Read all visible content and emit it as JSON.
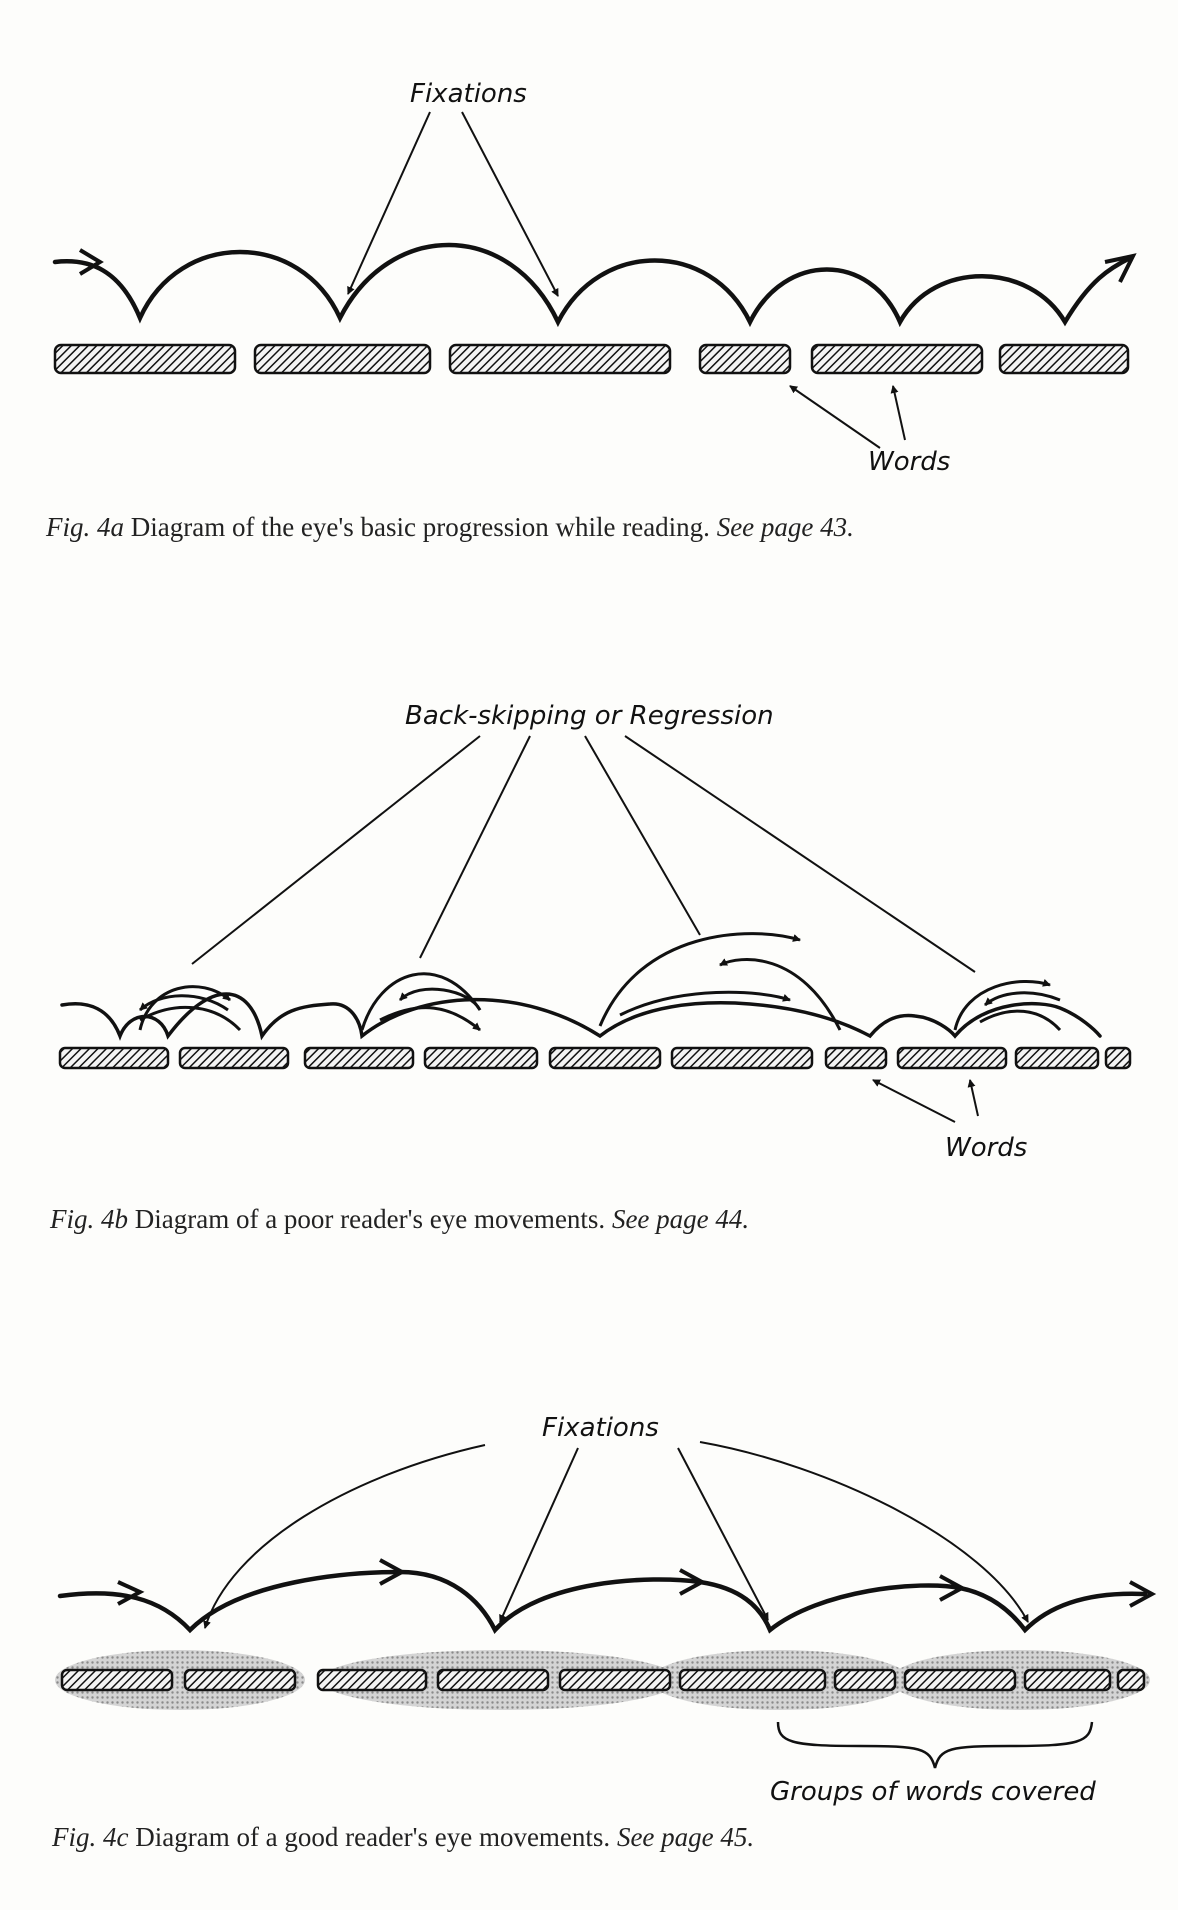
{
  "figures": [
    {
      "label": "Fixations",
      "label2": "Words",
      "caption": {
        "fig": "Fig. 4a",
        "text": " Diagram of the eye's basic progression while reading. ",
        "see": "See page 43."
      }
    },
    {
      "label": "Back-skipping or Regression",
      "label2": "Words",
      "caption": {
        "fig": "Fig. 4b",
        "text": " Diagram of a poor reader's eye movements. ",
        "see": "See page 44."
      }
    },
    {
      "label": "Fixations",
      "label2": "Groups of words covered",
      "caption": {
        "fig": "Fig. 4c",
        "text": " Diagram of a good reader's eye movements. ",
        "see": "See page 45."
      }
    }
  ],
  "colors": {
    "ink": "#111111",
    "paper": "#fdfdfb",
    "shade": "#b5b5b5"
  }
}
